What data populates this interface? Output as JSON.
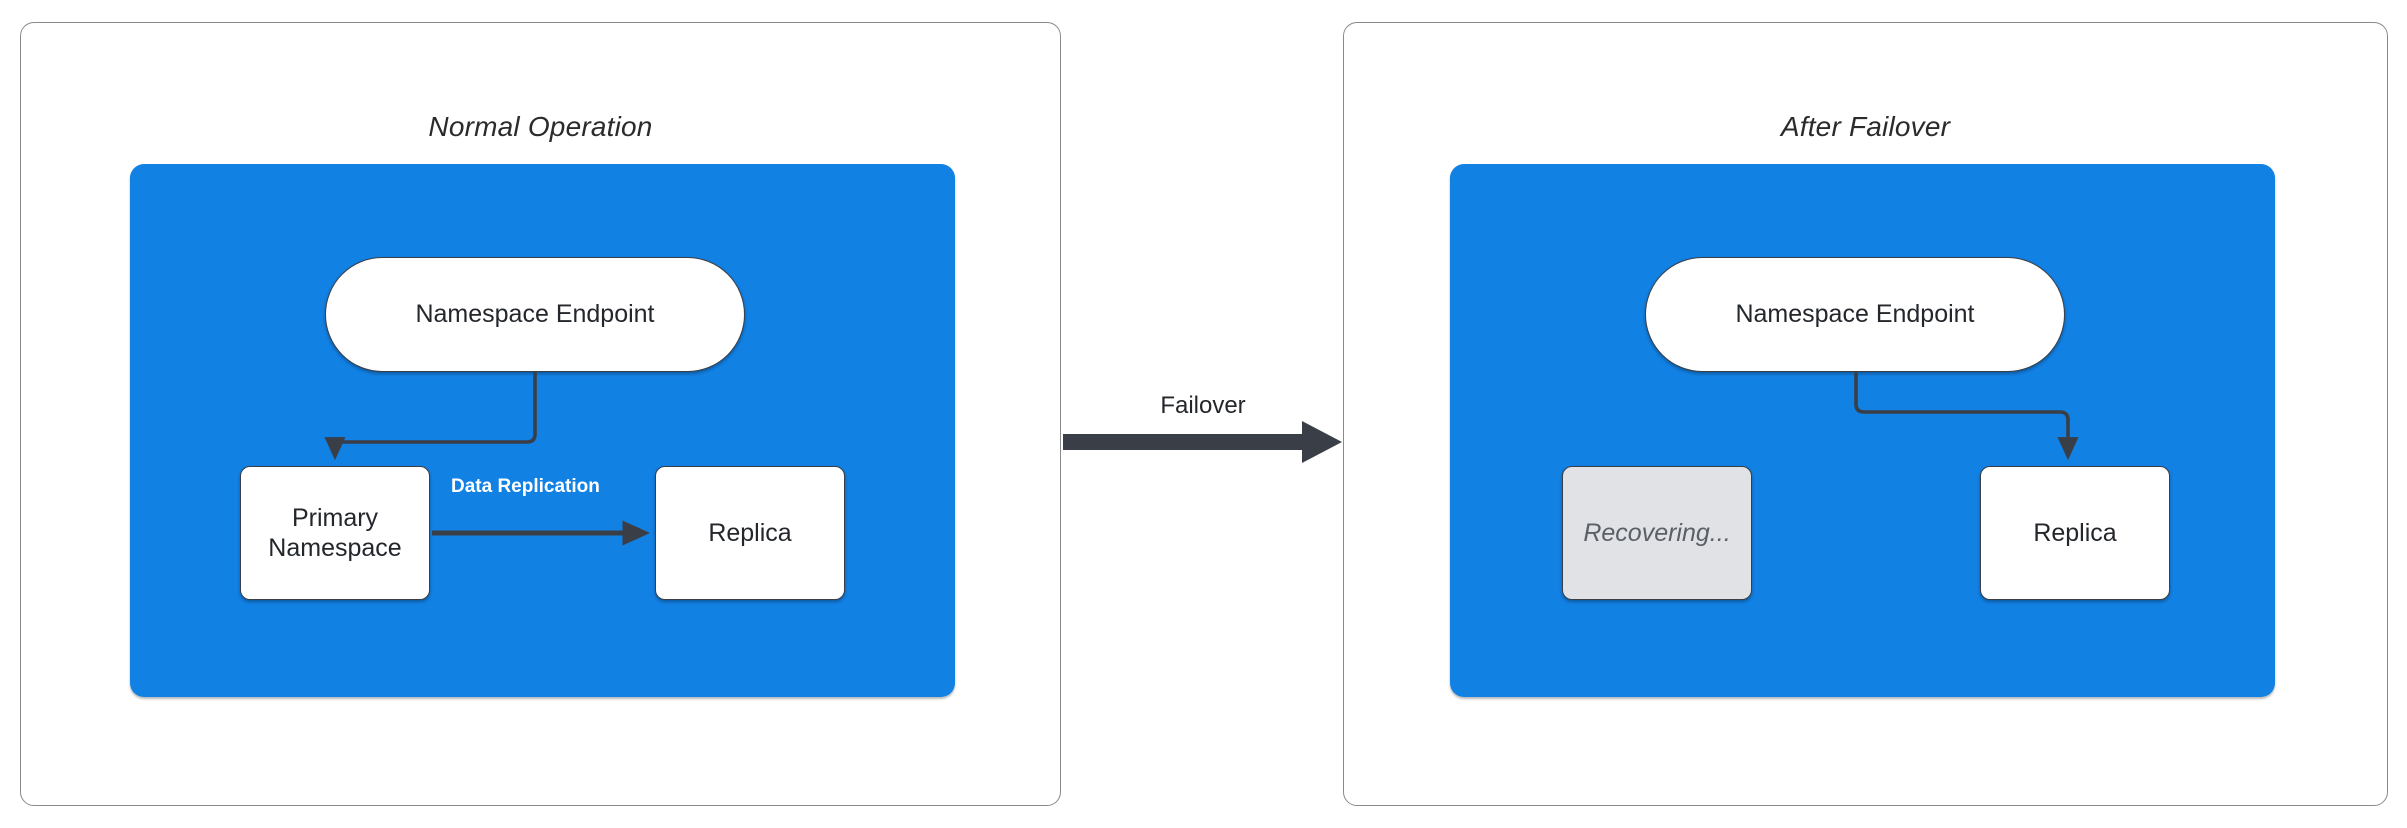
{
  "diagram": {
    "title_left": "Normal Operation",
    "title_right": "After Failover",
    "transition_label": "Failover",
    "colors": {
      "cluster_blue": "#1281e4",
      "node_white": "#ffffff",
      "node_stroke": "#3a3f47",
      "recovering_fill": "#e0e2e5",
      "recovering_text": "#5b6068",
      "panel_border": "#8a8a8a",
      "edge_label_white": "#ffffff",
      "text_dark": "#23272c"
    },
    "panels": [
      {
        "id": "normal-operation",
        "title": "Normal Operation",
        "nodes": [
          {
            "id": "endpoint-left",
            "label": "Namespace Endpoint",
            "shape": "pill",
            "state": "active"
          },
          {
            "id": "primary-namespace",
            "label": "Primary\nNamespace",
            "shape": "rect",
            "state": "active"
          },
          {
            "id": "replica-left",
            "label": "Replica",
            "shape": "rect",
            "state": "active"
          }
        ],
        "edges": [
          {
            "from": "endpoint-left",
            "to": "primary-namespace",
            "label": ""
          },
          {
            "from": "primary-namespace",
            "to": "replica-left",
            "label": "Data Replication"
          }
        ]
      },
      {
        "id": "after-failover",
        "title": "After Failover",
        "nodes": [
          {
            "id": "endpoint-right",
            "label": "Namespace Endpoint",
            "shape": "pill",
            "state": "active"
          },
          {
            "id": "recovering",
            "label": "Recovering...",
            "shape": "rect",
            "state": "disabled"
          },
          {
            "id": "replica-right",
            "label": "Replica",
            "shape": "rect",
            "state": "active"
          }
        ],
        "edges": [
          {
            "from": "endpoint-right",
            "to": "replica-right",
            "label": ""
          }
        ]
      }
    ]
  }
}
